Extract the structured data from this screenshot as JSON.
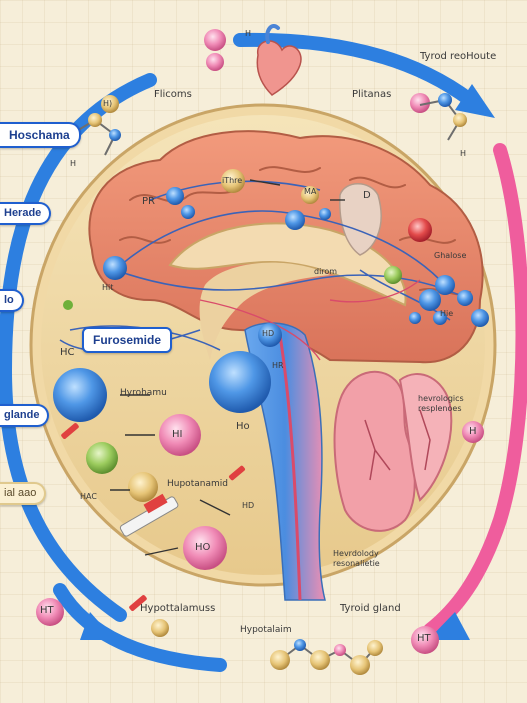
{
  "labels": {
    "top_left": "Flicoms",
    "top_right_title": "Tyrod reoHoute",
    "top_right_sub": "Plitanas",
    "pill_left_1": "Hoschama",
    "pill_left_2": "Herade",
    "pill_left_3": "lo",
    "pill_left_4": "glande",
    "pill_left_5": "ial aao",
    "pill_center": "Furosemide",
    "hypothalamus_mid": "Hyrohamu",
    "hypotenamid": "Hupotanamid",
    "bottom_left": "Hypottalamuss",
    "bottom_left_2": "Hypotalaim",
    "bottom_right": "Tyroid gland",
    "right_note_1": "hevrologics",
    "right_note_2": "resplenoes",
    "center_note_1": "Hevrdolody",
    "center_note_2": "resonalietie",
    "brain_pr": "PR",
    "brain_ma": "MA",
    "brain_d": "D",
    "brain_ithre": "iThre",
    "brain_dirom": "dirom",
    "brain_ghalose": "Ghalose",
    "brain_hit": "Hit",
    "brain_hie": "Hie",
    "brain_hr": "HR",
    "brain_hd": "HD",
    "brain_hac": "HAC",
    "ht_top": "H",
    "hc_left": "HC",
    "hi": "HI",
    "ho_small": "Ho",
    "ho": "HO",
    "hd2": "HD",
    "ht_bottom": "HT",
    "ht_bottom_right": "HT",
    "h_right": "H",
    "hi_top": "H)",
    "hi_top2": "H",
    "hi_right": "H"
  },
  "colors": {
    "cycle_blue": "#2d7fe0",
    "cycle_pink": "#ef5d9d",
    "brain": "#e9876a",
    "lung": "#f2a0a8",
    "disc": "#f1d9a6"
  }
}
